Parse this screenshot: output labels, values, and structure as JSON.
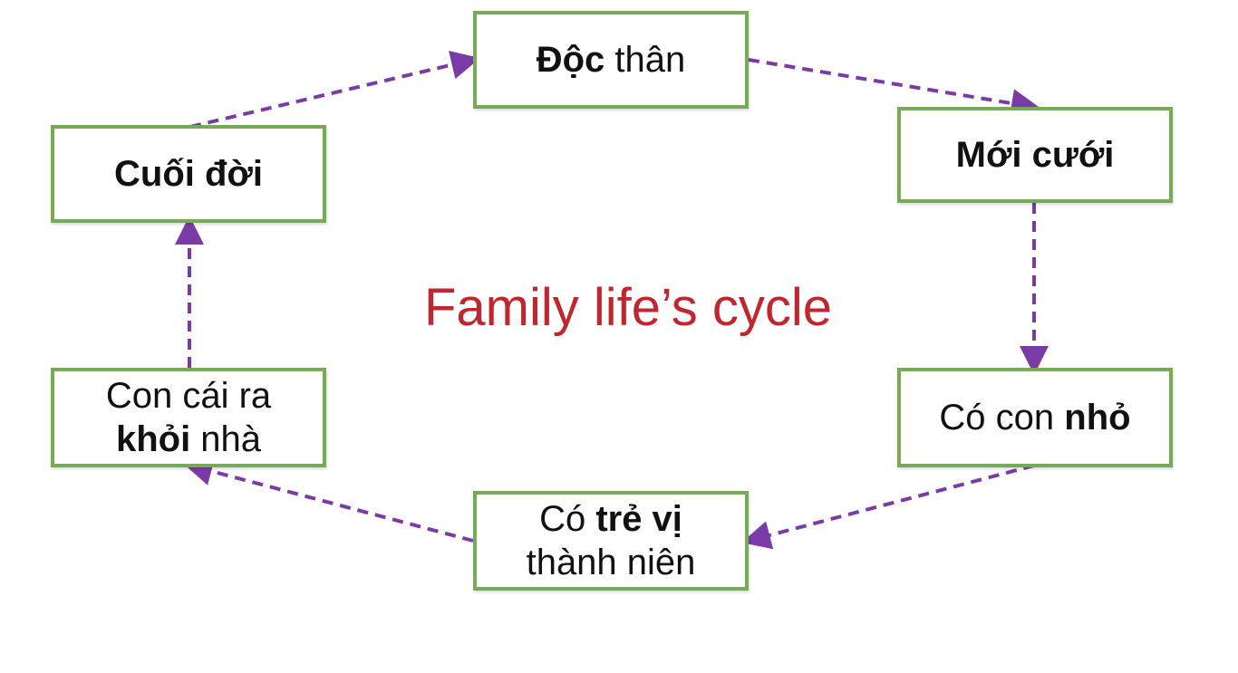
{
  "title": "Family life’s cycle",
  "colors": {
    "box_border": "#77aa55",
    "arrow": "#7a3ba6",
    "title": "#c0262d",
    "text": "#111111"
  },
  "stages": {
    "doc_than": {
      "bold": "Độc",
      "normal": " thân"
    },
    "moi_cuoi": {
      "bold": "Mới cưới"
    },
    "co_con_nho": {
      "normal": "Có con ",
      "bold": "nhỏ"
    },
    "co_tre": {
      "line1_normal": "Có ",
      "line1_bold": "trẻ vị",
      "line2_normal": "thành niên"
    },
    "con_cai": {
      "line1_normal": "Con cái ra",
      "line2_bold": "khỏi",
      "line2_normal": " nhà"
    },
    "cuoi_doi": {
      "bold": "Cuối đời"
    }
  },
  "flow": [
    {
      "from": "Độc thân",
      "to": "Mới cưới"
    },
    {
      "from": "Mới cưới",
      "to": "Có con nhỏ"
    },
    {
      "from": "Có con nhỏ",
      "to": "Có trẻ vị thành niên"
    },
    {
      "from": "Có trẻ vị thành niên",
      "to": "Con cái ra khỏi nhà"
    },
    {
      "from": "Con cái ra khỏi nhà",
      "to": "Cuối đời"
    },
    {
      "from": "Cuối đời",
      "to": "Độc thân"
    }
  ]
}
